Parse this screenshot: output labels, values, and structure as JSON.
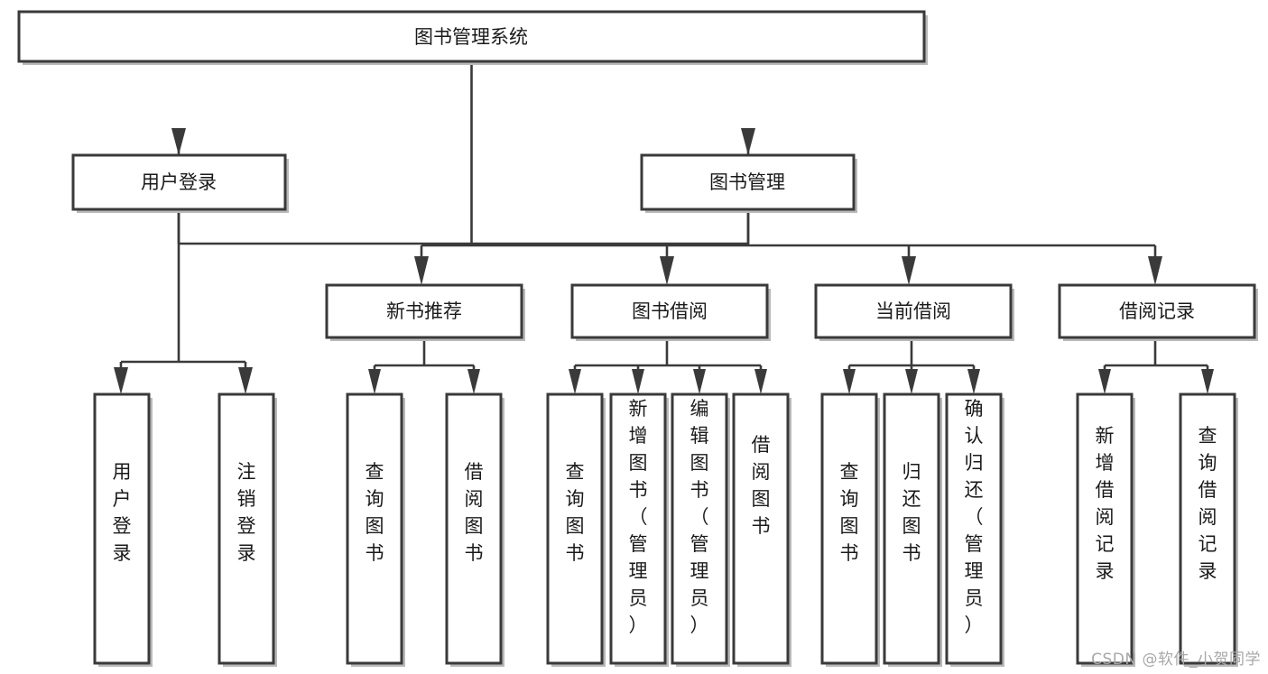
{
  "diagram": {
    "title": "图书管理系统",
    "type": "tree-hierarchy",
    "root": {
      "id": "root",
      "label": "图书管理系统"
    },
    "level2": [
      {
        "id": "user-login",
        "label": "用户登录"
      },
      {
        "id": "book-manage",
        "label": "图书管理"
      }
    ],
    "level3": [
      {
        "id": "new-book-recommend",
        "label": "新书推荐"
      },
      {
        "id": "book-borrow",
        "label": "图书借阅"
      },
      {
        "id": "current-borrow",
        "label": "当前借阅"
      },
      {
        "id": "borrow-record",
        "label": "借阅记录"
      }
    ],
    "leaves": {
      "user_login": [
        {
          "id": "leaf-user-login",
          "label": "用户登录"
        },
        {
          "id": "leaf-logout-login",
          "label": "注销登录"
        }
      ],
      "new_book_recommend": [
        {
          "id": "leaf-query-book-1",
          "label": "查询图书"
        },
        {
          "id": "leaf-borrow-book-1",
          "label": "借阅图书"
        }
      ],
      "book_borrow": [
        {
          "id": "leaf-query-book-2",
          "label": "查询图书"
        },
        {
          "id": "leaf-add-book",
          "label": "新增图书（管理员）"
        },
        {
          "id": "leaf-edit-book",
          "label": "编辑图书（管理员）"
        },
        {
          "id": "leaf-borrow-book-2",
          "label": "借阅图书"
        }
      ],
      "current_borrow": [
        {
          "id": "leaf-query-book-3",
          "label": "查询图书"
        },
        {
          "id": "leaf-return-book",
          "label": "归还图书"
        },
        {
          "id": "leaf-confirm-return",
          "label": "确认归还（管理员）"
        }
      ],
      "borrow_record": [
        {
          "id": "leaf-add-record",
          "label": "新增借阅记录"
        },
        {
          "id": "leaf-query-record",
          "label": "查询借阅记录"
        }
      ]
    }
  },
  "watermark": {
    "text": "CSDN @软件_小贺同学"
  },
  "colors": {
    "stroke": "#3a3a3a",
    "fill": "#ffffff",
    "shadow": "#b9b9b9",
    "text": "#1a1a1a",
    "watermark": "#a8a8a8"
  }
}
